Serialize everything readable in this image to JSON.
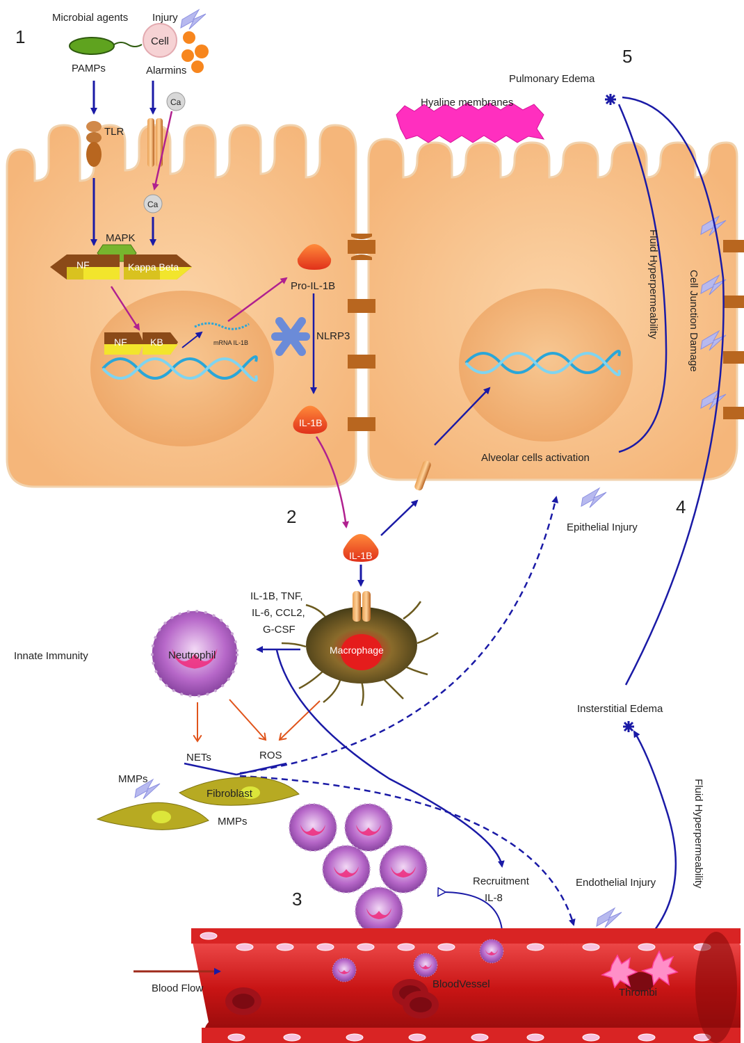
{
  "steps": {
    "s1": "1",
    "s2": "2",
    "s3": "3",
    "s4": "4",
    "s5": "5"
  },
  "labels": {
    "microbial_agents": "Microbial agents",
    "injury": "Injury",
    "cell": "Cell",
    "pamps": "PAMPs",
    "alarmins": "Alarmins",
    "ca_out": "Ca",
    "ca_in": "Ca",
    "tlr": "TLR",
    "mapk": "MAPK",
    "nf": "NF",
    "kappa_beta": "Kappa Beta",
    "nf_nuc": "NF",
    "kb_nuc": "KB",
    "mrna": "mRNA IL-1B",
    "pro_il1b": "Pro-IL-1B",
    "nlrp3": "NLRP3",
    "il1b_cell": "IL-1B",
    "il1b_mid": "IL-1B",
    "hyaline": "Hyaline membranes",
    "pulmonary_edema": "Pulmonary Edema",
    "fluid_hyper_1": "Fluid Hyperpermeability",
    "cell_junction": "Cell Junction Damage",
    "alveolar": "Alveolar cells activation",
    "epithelial_injury": "Epithelial Injury",
    "cytokines_1": "IL-1B, TNF,",
    "cytokines_2": "IL-6, CCL2,",
    "cytokines_3": "G-CSF",
    "innate": "Innate Immunity",
    "neutrophil": "Neutrophil",
    "macrophage": "Macrophage",
    "nets": "NETs",
    "ros": "ROS",
    "mmps_1": "MMPs",
    "fibroblast": "Fibroblast",
    "mmps_2": "MMPs",
    "interstitial": "Insterstitial Edema",
    "fluid_hyper_2": "Fluid Hyperpermeability",
    "recruitment_1": "Recruitment",
    "recruitment_2": "IL-8",
    "endothelial": "Endothelial Injury",
    "blood_flow": "Blood Flow",
    "blood_vessel": "BloodVessel",
    "thrombi": "Thrombi"
  },
  "colors": {
    "cell_fill": "#f9c48e",
    "nucleus": "#f3b377",
    "arrow_blue": "#1a1aa6",
    "arrow_magenta": "#b0208f",
    "arrow_orange": "#e0541b",
    "vessel": "#c81414",
    "hyaline": "#ff2fbf"
  }
}
